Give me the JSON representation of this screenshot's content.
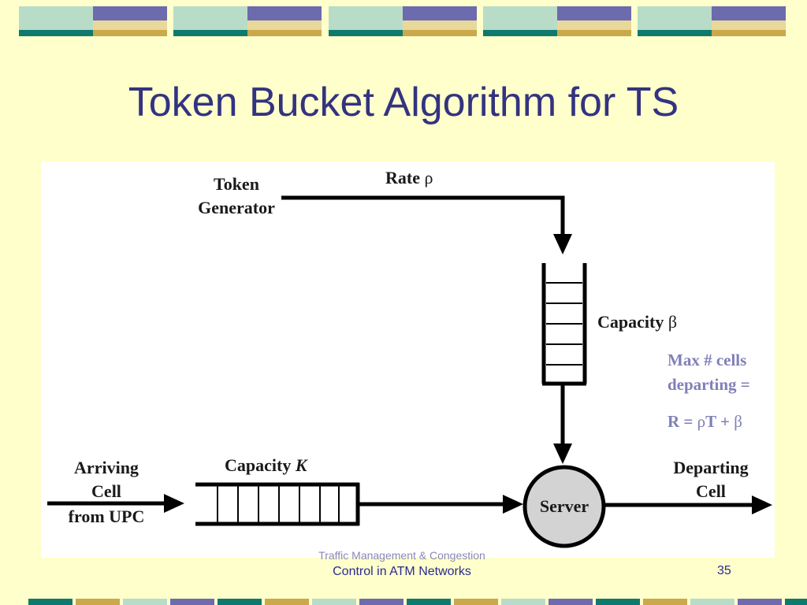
{
  "slide": {
    "title": "Token Bucket Algorithm for TS",
    "footer_line1": "Traffic Management & Congestion",
    "footer_line2": "Control in ATM Networks",
    "page_number": "35"
  },
  "diagram": {
    "token_generator_line1": "Token",
    "token_generator_line2": "Generator",
    "rate_label": "Rate",
    "rate_symbol": "ρ",
    "capacity_beta_label": "Capacity",
    "capacity_beta_symbol": "β",
    "max_cells_line1": "Max # cells",
    "max_cells_line2": "departing =",
    "formula_prefix": "R = ",
    "formula_rho": "ρ",
    "formula_rest": "T + ",
    "formula_beta": "β",
    "capacity_k_label": "Capacity",
    "capacity_k_symbol": "K",
    "arriving_line1": "Arriving",
    "arriving_line2": "Cell",
    "arriving_line3": "from UPC",
    "server_label": "Server",
    "departing_line1": "Departing",
    "departing_line2": "Cell"
  },
  "colors": {
    "background": "#FFFFCC",
    "title": "#333380",
    "band_teal": "#0E7A6E",
    "band_purple": "#6B6BAE",
    "band_gold": "#C9A94B",
    "band_light": "#B8DCC8",
    "server_fill": "#D3D3D3",
    "annotation": "#8080B8"
  }
}
